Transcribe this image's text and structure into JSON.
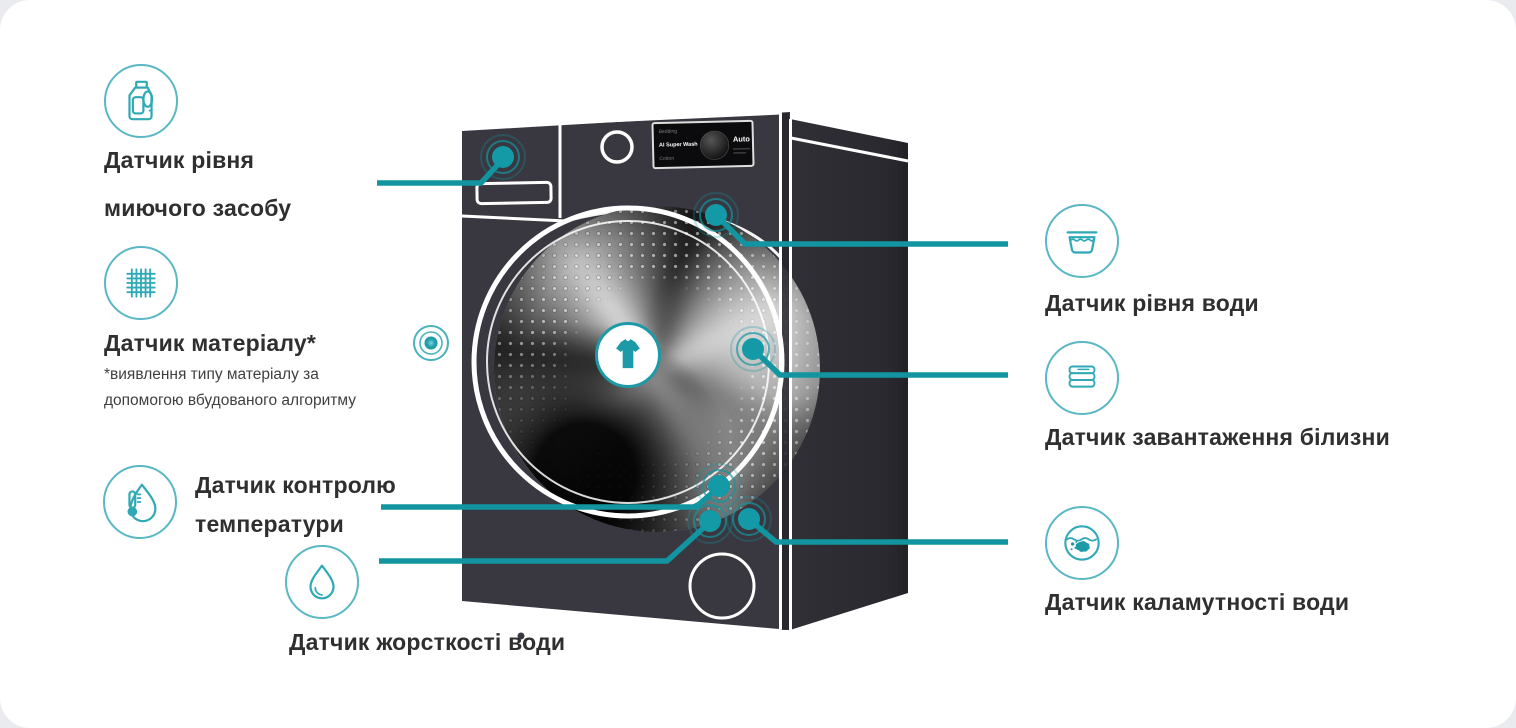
{
  "colors": {
    "teal_accent": "#1295a1",
    "icon_stroke": "#2fa9b6",
    "label_text": "#2f2f30",
    "machine_body": "#393840"
  },
  "machine": {
    "display": {
      "programs": [
        "Bedding",
        "AI Super Wash",
        "Cotton"
      ],
      "selected_program": "AI Super Wash",
      "mode": "Auto"
    }
  },
  "sensors": {
    "left": [
      {
        "icon": "detergent-bottle-icon",
        "label_lines": [
          "Датчик рівня",
          "миючого засобу"
        ]
      },
      {
        "icon": "fabric-weave-icon",
        "label": "Датчик матеріалу*",
        "footnote_lines": [
          "*виявлення типу матеріалу за",
          "допомогою вбудованого алгоритму"
        ]
      },
      {
        "icon": "thermometer-drop-icon",
        "label_lines": [
          "Датчик контролю",
          "температури"
        ]
      },
      {
        "icon": "water-drop-icon",
        "label": "Датчик жорсткості води"
      }
    ],
    "right": [
      {
        "icon": "water-basin-icon",
        "label": "Датчик рівня води"
      },
      {
        "icon": "folded-laundry-icon",
        "label": "Датчик завантаження білизни"
      },
      {
        "icon": "turbid-water-icon",
        "label": "Датчик каламутності води"
      }
    ]
  }
}
